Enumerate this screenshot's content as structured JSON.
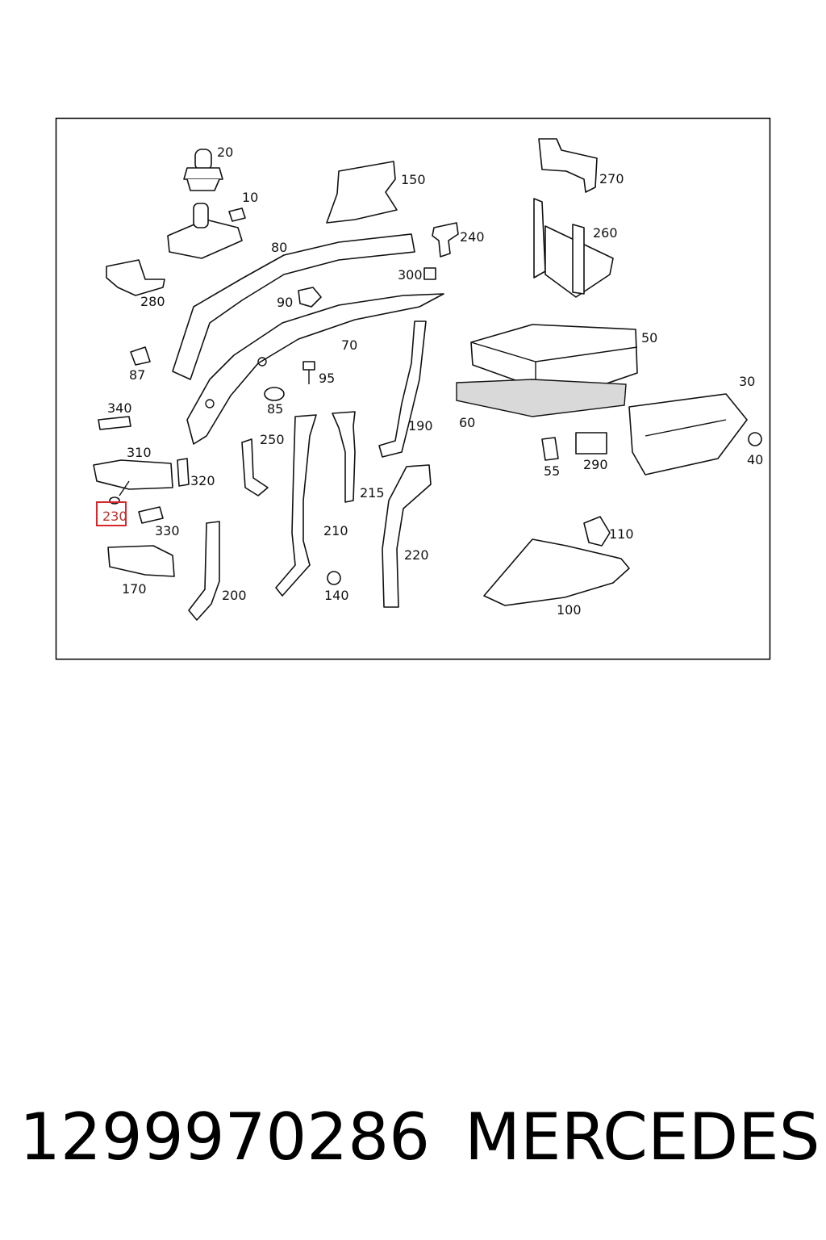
{
  "diagram": {
    "labels": {
      "p20": "20",
      "p10": "10",
      "p150": "150",
      "p270": "270",
      "p240": "240",
      "p260": "260",
      "p80": "80",
      "p300": "300",
      "p280": "280",
      "p90": "90",
      "p70": "70",
      "p50": "50",
      "p87": "87",
      "p95": "95",
      "p30": "30",
      "p340": "340",
      "p85": "85",
      "p190": "190",
      "p60": "60",
      "p250": "250",
      "p310": "310",
      "p55": "55",
      "p290": "290",
      "p40": "40",
      "p320": "320",
      "p215": "215",
      "p230": "230",
      "p330": "330",
      "p210": "210",
      "p110": "110",
      "p220": "220",
      "p170": "170",
      "p200": "200",
      "p140": "140",
      "p100": "100"
    },
    "highlighted_part": "230",
    "highlight_color": "#d8262b"
  },
  "footer": {
    "part_number": "1299970286",
    "brand": "MERCEDES"
  }
}
